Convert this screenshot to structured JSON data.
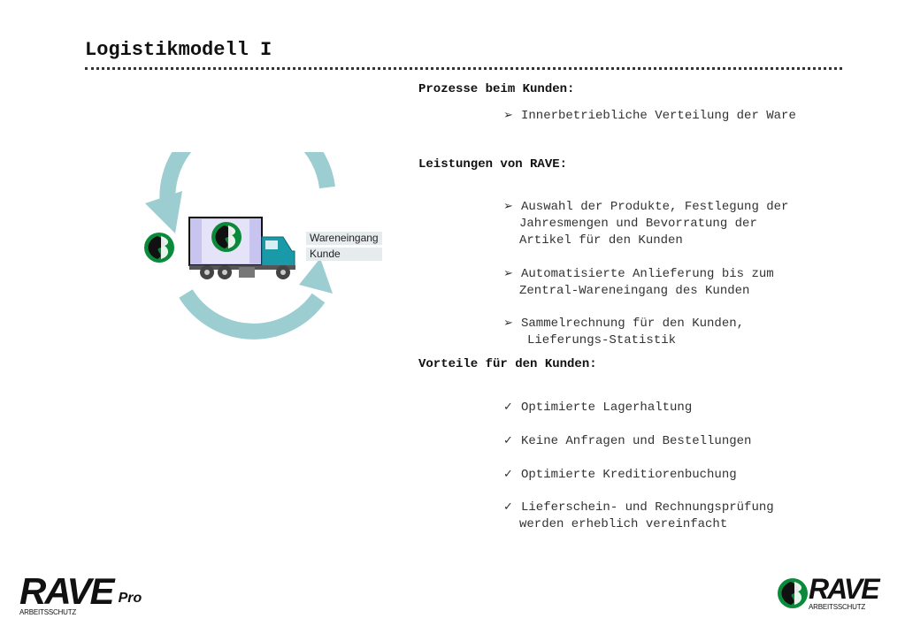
{
  "page": {
    "title": "Logistikmodell I"
  },
  "sections": {
    "prozesse": {
      "heading": "Prozesse beim Kunden:",
      "items": [
        {
          "lines": [
            "Innerbetriebliche Verteilung der Ware"
          ]
        }
      ]
    },
    "leistungen": {
      "heading": "Leistungen von RAVE:",
      "items": [
        {
          "lines": [
            "Auswahl der Produkte, Festlegung der",
            "Jahresmengen und Bevorratung der",
            "Artikel für den Kunden"
          ]
        },
        {
          "lines": [
            "Automatisierte Anlieferung bis zum",
            "Zentral-Wareneingang des Kunden"
          ]
        },
        {
          "lines": [
            "Sammelrechnung für den Kunden,",
            "Lieferungs-Statistik"
          ]
        }
      ]
    },
    "vorteile": {
      "heading": "Vorteile für den Kunden:",
      "items": [
        {
          "lines": [
            "Optimierte Lagerhaltung"
          ]
        },
        {
          "lines": [
            "Keine Anfragen und Bestellungen"
          ]
        },
        {
          "lines": [
            "Optimierte Kreditiorenbuchung"
          ]
        },
        {
          "lines": [
            "Lieferschein- und Rechnungsprüfung",
            "werden erheblich vereinfacht"
          ]
        }
      ]
    }
  },
  "diagram": {
    "labels": [
      "Wareneingang",
      "Kunde"
    ],
    "colors": {
      "arrows": "#9ccdd0",
      "truck_cab": "#1a9aa8",
      "cargo_box": "#c7c5f0",
      "logo_green": "#0a8a3a"
    }
  },
  "logos": {
    "left": {
      "word": "RAVE",
      "sub": "ARBEITSSCHUTZ",
      "suffix": "Pro"
    },
    "right": {
      "word": "RAVE",
      "sub": "ARBEITSSCHUTZ"
    }
  }
}
